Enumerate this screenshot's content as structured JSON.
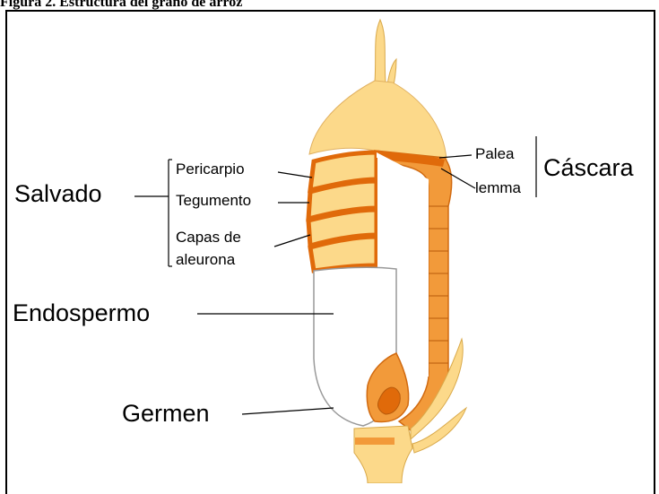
{
  "figure": {
    "title": "Figura 2. Estructura del grano de arroz"
  },
  "labels": {
    "salvado": "Salvado",
    "pericarpio": "Pericarpio",
    "tegumento": "Tegumento",
    "capas_line1": "Capas de",
    "capas_line2": "aleurona",
    "endospermo": "Endospermo",
    "germen": "Germen",
    "palea": "Palea",
    "lemma": "lemma",
    "cascara": "Cáscara"
  },
  "colors": {
    "hull_light": "#fcd98a",
    "bran_orange": "#f08a1c",
    "bran_dark": "#e06a0a",
    "endosperm": "#ffffff",
    "outline": "#888888"
  }
}
